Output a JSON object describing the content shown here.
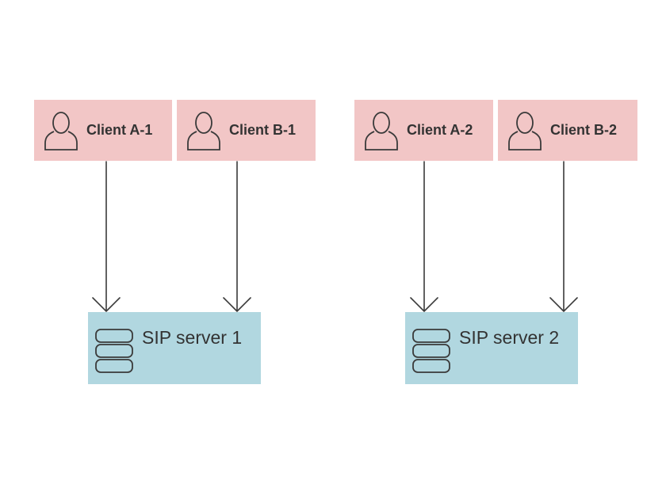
{
  "colors": {
    "client_fill": "#f2c6c6",
    "server_fill": "#b1d7e0",
    "line": "#3a3a3a",
    "text": "#333333"
  },
  "clients": [
    {
      "label": "Client A-1",
      "icon": "user-icon"
    },
    {
      "label": "Client B-1",
      "icon": "user-icon"
    },
    {
      "label": "Client A-2",
      "icon": "user-icon"
    },
    {
      "label": "Client B-2",
      "icon": "user-icon"
    }
  ],
  "servers": [
    {
      "label": "SIP server 1",
      "icon": "server-stack-icon"
    },
    {
      "label": "SIP server 2",
      "icon": "server-stack-icon"
    }
  ],
  "connections": [
    {
      "from": "Client A-1",
      "to": "SIP server 1"
    },
    {
      "from": "Client B-1",
      "to": "SIP server 1"
    },
    {
      "from": "Client A-2",
      "to": "SIP server 2"
    },
    {
      "from": "Client B-2",
      "to": "SIP server 2"
    }
  ]
}
